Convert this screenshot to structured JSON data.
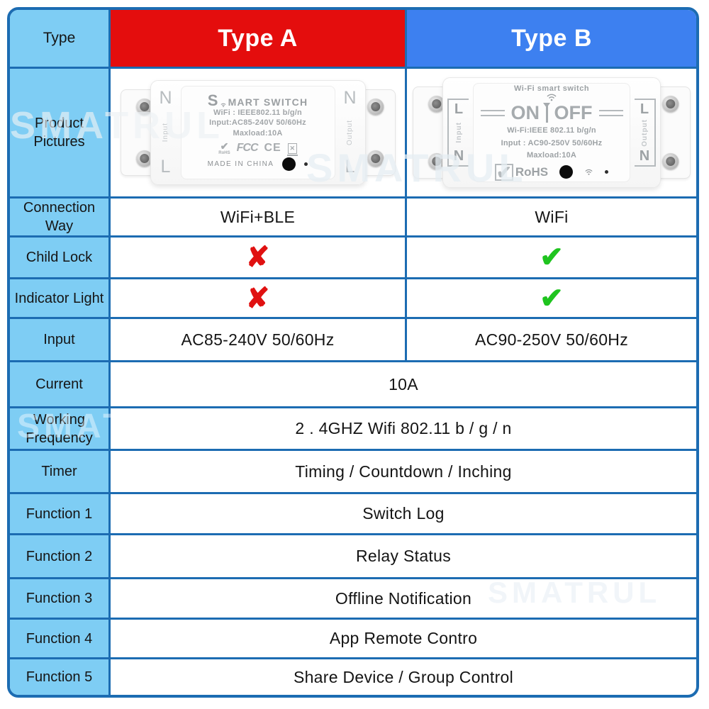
{
  "header": {
    "type_label": "Type",
    "type_a": "Type A",
    "type_b": "Type B"
  },
  "rows": {
    "pictures_label": "Product Pictures",
    "spec": [
      {
        "label": "Connection Way",
        "a": "WiFi+BLE",
        "b": "WiFi"
      },
      {
        "label": "Child Lock",
        "a_state": "no",
        "b_state": "yes"
      },
      {
        "label": "Indicator Light",
        "a_state": "no",
        "b_state": "yes"
      },
      {
        "label": "Input",
        "a": "AC85-240V 50/60Hz",
        "b": "AC90-250V 50/60Hz"
      }
    ],
    "merged": [
      {
        "label": "Current",
        "value": "10A"
      },
      {
        "label": "Working Frequency",
        "value": "2 . 4GHZ Wifi 802.11 b / g / n"
      },
      {
        "label": "Timer",
        "value": "Timing / Countdown / Inching"
      },
      {
        "label": "Function 1",
        "value": "Switch Log"
      },
      {
        "label": "Function 2",
        "value": "Relay Status"
      },
      {
        "label": "Function 3",
        "value": "Offline Notification"
      },
      {
        "label": "Function 4",
        "value": "App Remote Contro"
      },
      {
        "label": "Function 5",
        "value": "Share Device / Group Control"
      }
    ]
  },
  "icons": {
    "cross_glyph": "✘",
    "check_glyph": "✔"
  },
  "device_a": {
    "brand_s": "S",
    "brand_rest": "MART SWITCH",
    "spec1": "WiFi : IEEE802.11 b/g/n",
    "spec2": "Input:AC85-240V 50/60Hz",
    "spec3": "Maxload:10A",
    "rohs": "RoHS",
    "fcc": "FCC",
    "ce": "CE",
    "weee_x": "✕",
    "made_in": "MADE IN CHINA",
    "left_top": "N",
    "left_rot": "Input",
    "left_bottom": "L",
    "right_top": "N",
    "right_rot": "Output",
    "right_bottom": "L"
  },
  "device_b": {
    "title": "Wi-Fi smart switch",
    "on": "ON",
    "off": "OFF",
    "spec1": "Wi-Fi:IEEE 802.11 b/g/n",
    "spec2": "Input : AC90-250V 50/60Hz",
    "spec3": "Maxload:10A",
    "rohs_check": "✔",
    "rohs": "RoHS",
    "left_top": "L",
    "left_rot": "Input",
    "left_bottom": "N",
    "right_top": "L",
    "right_rot": "Output",
    "right_bottom": "N"
  },
  "watermark": {
    "text": "SMATRUL"
  },
  "colors": {
    "grid_line": "#1c6cb2",
    "label_bg": "#7ecdf4",
    "type_a_bg": "#e40d0d",
    "type_b_bg": "#3d80f0",
    "cross_red": "#e01111",
    "check_green": "#1fc41f"
  }
}
